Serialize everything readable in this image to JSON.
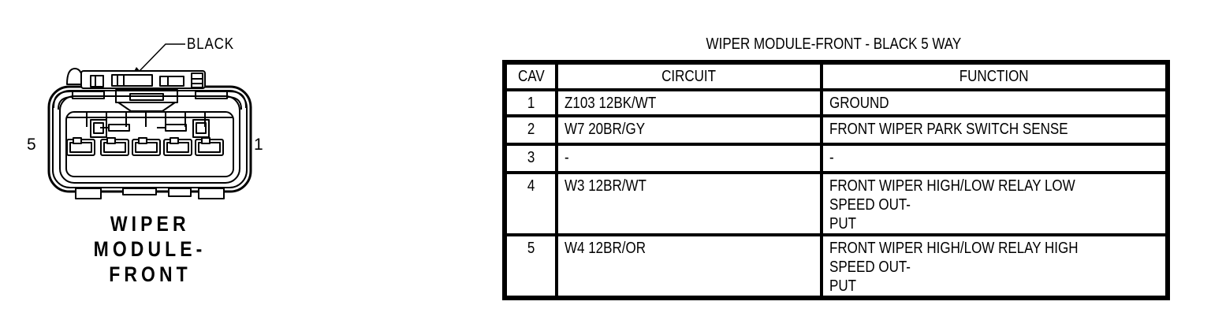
{
  "page": {
    "background": "#ffffff",
    "ink": "#000000"
  },
  "connector_figure": {
    "color_label": "BLACK",
    "pin_left": "5",
    "pin_right": "1",
    "caption_lines": [
      "WIPER",
      "MODULE-",
      "FRONT"
    ]
  },
  "pinout_table": {
    "title": "WIPER MODULE-FRONT - BLACK 5 WAY",
    "columns": [
      "CAV",
      "CIRCUIT",
      "FUNCTION"
    ],
    "rows": [
      {
        "cav": "1",
        "circuit": "Z103 12BK/WT",
        "function": "GROUND"
      },
      {
        "cav": "2",
        "circuit": "W7 20BR/GY",
        "function": "FRONT WIPER PARK SWITCH SENSE"
      },
      {
        "cav": "3",
        "circuit": "-",
        "function": "-"
      },
      {
        "cav": "4",
        "circuit": "W3 12BR/WT",
        "function": "FRONT WIPER HIGH/LOW RELAY LOW SPEED OUT-\nPUT"
      },
      {
        "cav": "5",
        "circuit": "W4 12BR/OR",
        "function": "FRONT WIPER HIGH/LOW RELAY HIGH SPEED OUT-\nPUT"
      }
    ]
  }
}
